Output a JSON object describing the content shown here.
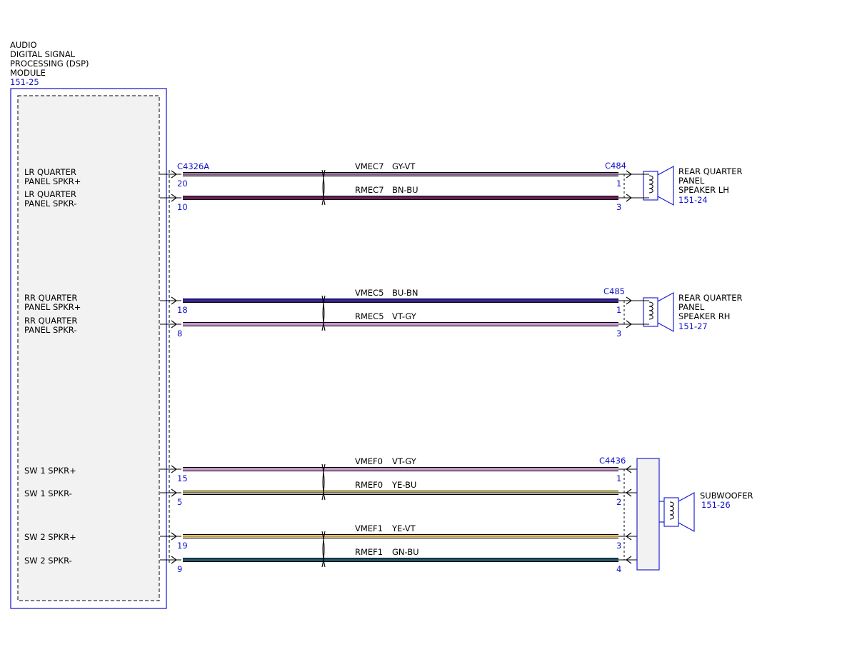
{
  "module": {
    "title_lines": [
      "AUDIO",
      "DIGITAL SIGNAL",
      "PROCESSING (DSP)",
      "MODULE"
    ],
    "ref": "151-25",
    "connector": "C4326A"
  },
  "pin_labels": [
    {
      "line1": "LR QUARTER",
      "line2": "PANEL SPKR+"
    },
    {
      "line1": "LR QUARTER",
      "line2": "PANEL SPKR-"
    },
    {
      "line1": "RR QUARTER",
      "line2": "PANEL SPKR+"
    },
    {
      "line1": "RR QUARTER",
      "line2": "PANEL SPKR-"
    },
    {
      "line1": "SW 1 SPKR+",
      "line2": ""
    },
    {
      "line1": "SW 1 SPKR-",
      "line2": ""
    },
    {
      "line1": "SW 2 SPKR+",
      "line2": ""
    },
    {
      "line1": "SW 2 SPKR-",
      "line2": ""
    }
  ],
  "wires": [
    {
      "circuit": "VMEC7",
      "color_code": "GY-VT",
      "left_pin": "20",
      "right_pin": "1",
      "colors": [
        "#9a9a9a",
        "#8a2a9a"
      ]
    },
    {
      "circuit": "RMEC7",
      "color_code": "BN-BU",
      "left_pin": "10",
      "right_pin": "3",
      "colors": [
        "#8b1a2a",
        "#2a2ac0"
      ]
    },
    {
      "circuit": "VMEC5",
      "color_code": "BU-BN",
      "left_pin": "18",
      "right_pin": "1",
      "colors": [
        "#1a1ab8",
        "#6a2a40"
      ]
    },
    {
      "circuit": "RMEC5",
      "color_code": "VT-GY",
      "left_pin": "8",
      "right_pin": "3",
      "colors": [
        "#d08ad8",
        "#b0b0b0"
      ]
    },
    {
      "circuit": "VMEF0",
      "color_code": "VT-GY",
      "left_pin": "15",
      "right_pin": "1",
      "colors": [
        "#d08ad8",
        "#b0b0b0"
      ]
    },
    {
      "circuit": "RMEF0",
      "color_code": "YE-BU",
      "left_pin": "5",
      "right_pin": "2",
      "colors": [
        "#e8dc50",
        "#3030c0"
      ]
    },
    {
      "circuit": "VMEF1",
      "color_code": "YE-VT",
      "left_pin": "19",
      "right_pin": "3",
      "colors": [
        "#e8dc50",
        "#b060c0"
      ]
    },
    {
      "circuit": "RMEF1",
      "color_code": "GN-BU",
      "left_pin": "9",
      "right_pin": "4",
      "colors": [
        "#1a6a4a",
        "#2a3ab0"
      ]
    }
  ],
  "devices": [
    {
      "connector": "C484",
      "name_lines": [
        "REAR QUARTER",
        "PANEL",
        "SPEAKER LH"
      ],
      "ref": "151-24"
    },
    {
      "connector": "C485",
      "name_lines": [
        "REAR QUARTER",
        "PANEL",
        "SPEAKER RH"
      ],
      "ref": "151-27"
    },
    {
      "connector": "C4436",
      "name_lines": [
        "SUBWOOFER"
      ],
      "ref": "151-26"
    }
  ],
  "style": {
    "line_color": "#000000",
    "device_color": "#1010cc",
    "module_fill": "#f2f2f2"
  }
}
